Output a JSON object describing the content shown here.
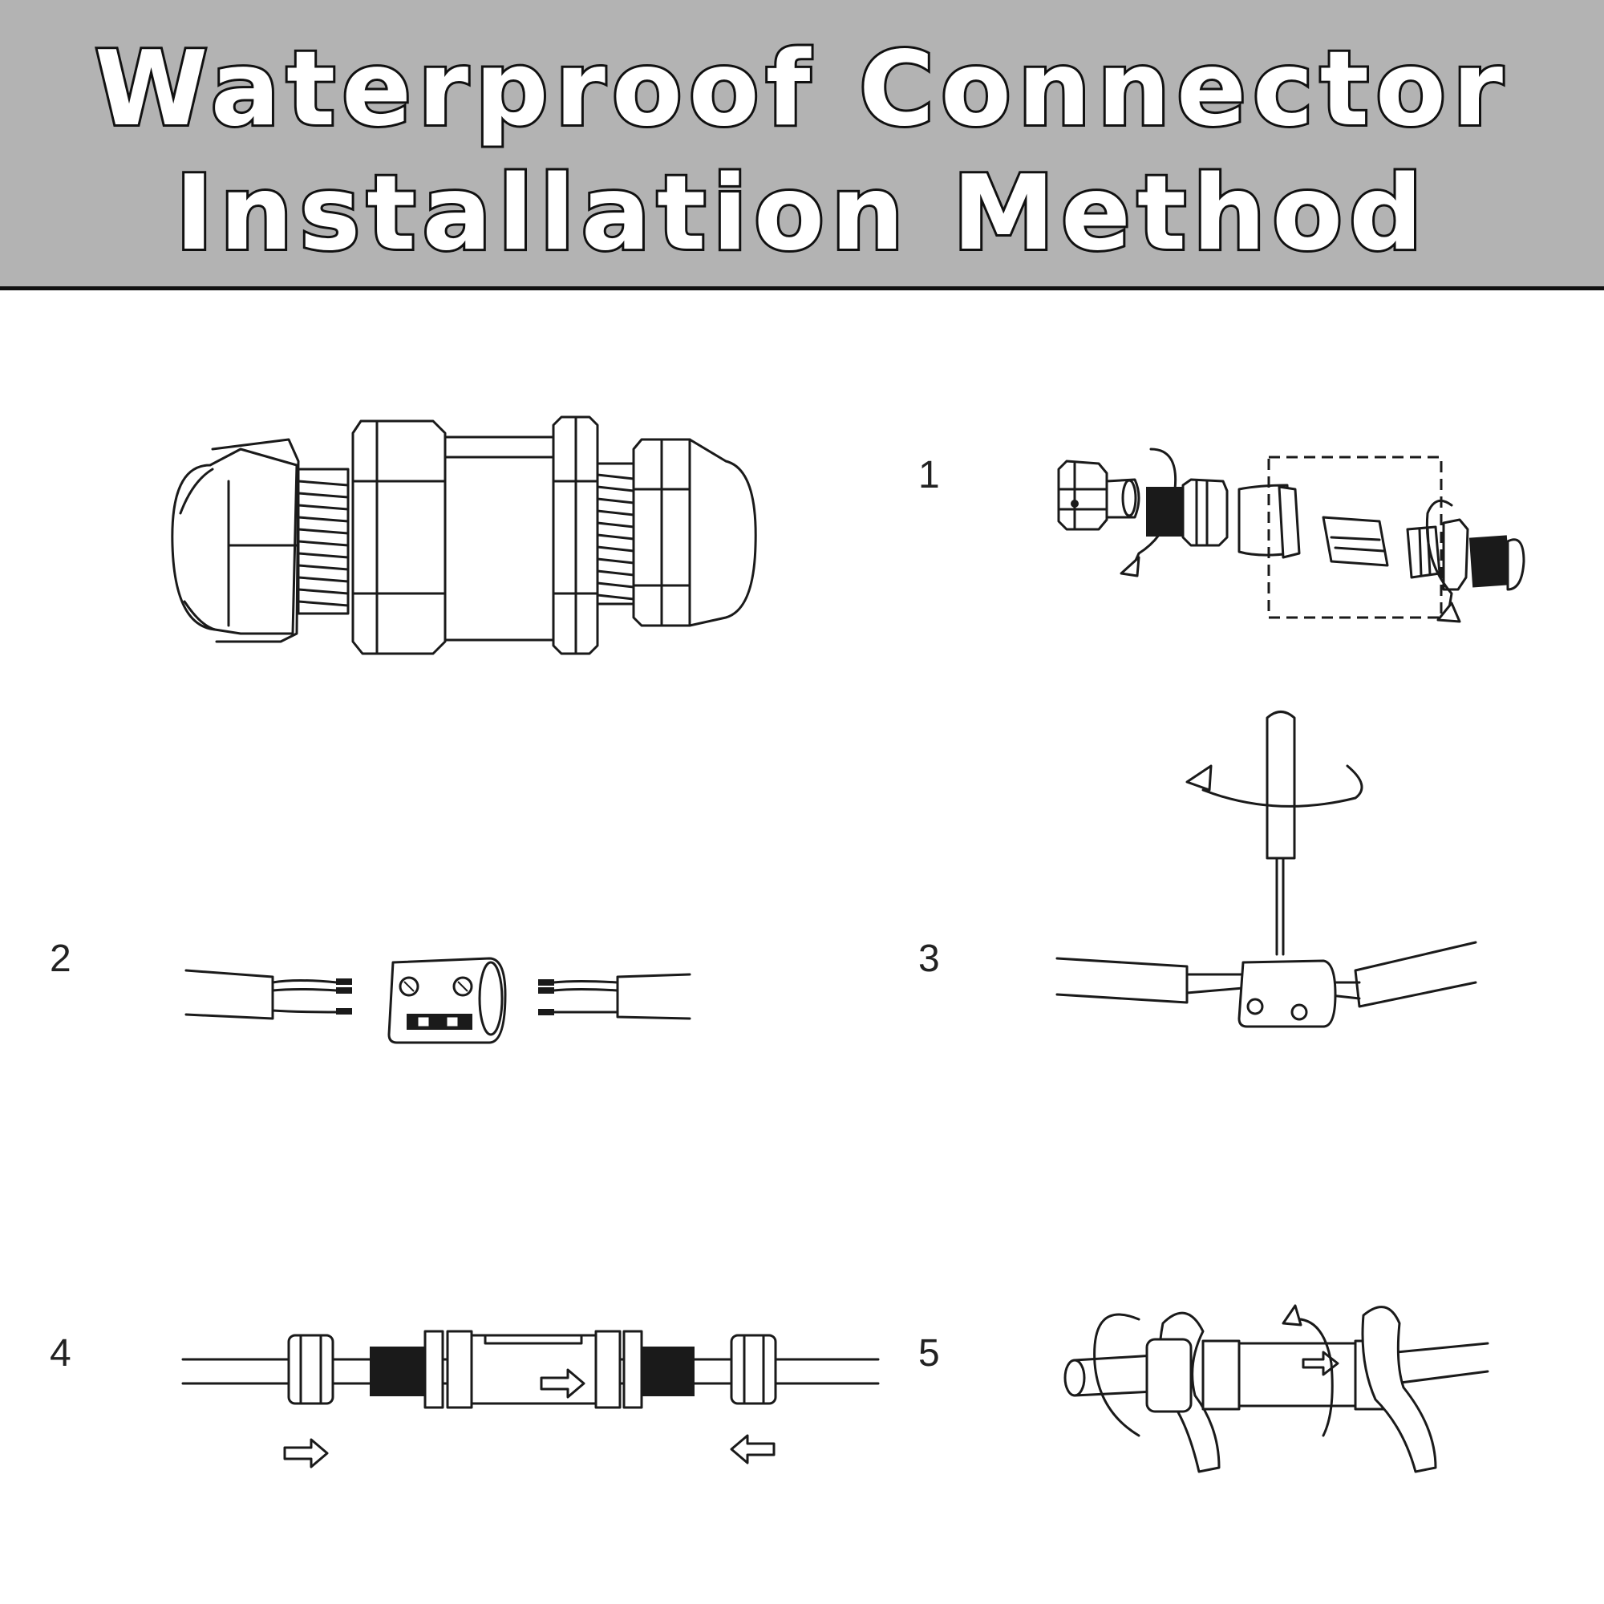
{
  "header": {
    "title_line1": "Waterproof Connector",
    "title_line2": "Installation Method"
  },
  "steps": [
    {
      "number": "1"
    },
    {
      "number": "2"
    },
    {
      "number": "3"
    },
    {
      "number": "4"
    },
    {
      "number": "5"
    }
  ],
  "colors": {
    "header_background": "#b3b3b3",
    "line": "#1a1a1a"
  }
}
